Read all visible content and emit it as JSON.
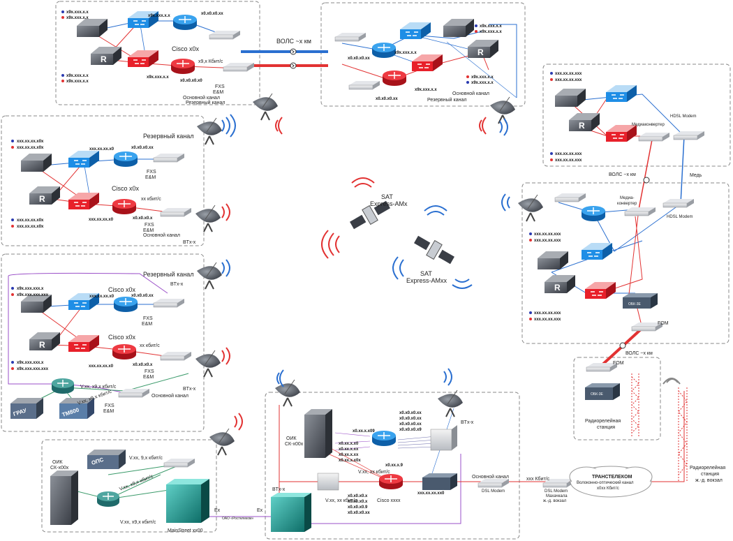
{
  "colors": {
    "red": "#e23232",
    "blue": "#2a6fd0",
    "switch_blue": "#1f8ee6",
    "switch_red": "#e8202a",
    "purple": "#9a4fc8",
    "green": "#3a9a6a"
  },
  "top_left": {
    "ip_blue": "x9x.xxx.x.x",
    "ip_red": "x9x.xxx.x.x",
    "ip_blue2": "x9x.xxx.x.x",
    "ip_red2": "x9x.xxx.x.x",
    "sw_ip": "x9x.xxx.x.x",
    "router_ip": "x0.x0.x0.xx",
    "cisco": "Cisco x0x",
    "kbit": "x9,x Кбит/с",
    "ip3": "x9x.xxx.x.x",
    "ip4": "x0.x0.x0.x0",
    "fxs": "FXS",
    "em": "E&M",
    "main": "Основной канал",
    "backup": "Резервный канал"
  },
  "vols_top": "ВОЛС ~x км",
  "top_center": {
    "ip1": "x9x.xxx.x.x",
    "ip2": "x9x.xxx.x.x",
    "ip3": "x0.x0.x0.xx",
    "ip4": "x9x.xxx.x.x",
    "ip5": "x9x.xxx.x.x",
    "ip6": "x9x.xxx.x.x",
    "ip7": "x9x.xxx.x.x",
    "ip8": "x0.x0.x0.xx",
    "main": "Основной канал",
    "backup": "Резервный канал"
  },
  "mid_left": {
    "ip_b1": "xxx.xx.xx.x0x",
    "ip_r1": "xxx.xx.xx.x0x",
    "ip_b2": "xxx.xx.xx.x0x",
    "ip_r2": "xxx.xx.xx.x0x",
    "sw_ip": "xxx.xx.xx.x0",
    "router_ip": "x0.x0.x0.xx",
    "backup": "Резервный канал",
    "fxs": "FXS",
    "em": "E&M",
    "cisco": "Cisco x0x",
    "kbit": "xx кбит/с",
    "ip3": "xxx.xx.xx.x0",
    "ip4": "x0.x0.x0.x",
    "fxs2": "FXS",
    "em2": "E&M",
    "main": "Основной канал",
    "btx": "BTx-x"
  },
  "lower_left": {
    "ip_b1": "x9x.xxx.xxx.x",
    "ip_r1": "x9x.xxx.xxx.xxx",
    "ip_b2": "x9x.xxx.xxx.x",
    "ip_r2": "x9x.xxx.xxx.xxx",
    "backup": "Резервный канал",
    "btx1": "BTx-x",
    "cisco1": "Cisco x0x",
    "sw_ip": "xxx.xx.xx.x0",
    "router_ip": "x0.x0.x0.xx",
    "fxs": "FXS",
    "em": "E&M",
    "cisco2": "Cisco x0x",
    "kbit": "xx кбит/с",
    "ip3": "xxx.xx.xx.x0",
    "ip4": "x0.x0.x0.x",
    "fxs2": "FXS",
    "em2": "E&M",
    "vkbit": "V.xx, x9,x кбит/с",
    "vkbit2": "V.xx, x9,x кбит/с",
    "fxs3": "FXS",
    "em3": "E&M",
    "btx2": "BTx-x",
    "main": "Основной канал",
    "grau": "ГРАУ",
    "tm": "TM800"
  },
  "satellites": {
    "sat1_a": "SAT",
    "sat1_b": "Express-AMx",
    "sat2_a": "SAT",
    "sat2_b": "Express-AMxx"
  },
  "bottom_left": {
    "oik": "ОИК",
    "sk": "СК-x00x",
    "ops": "ОПС",
    "vkbit": "V.xx, 9,x кбит/с",
    "vkbit2": "V.xx, x9,x кбит/с",
    "vkbit3": "V.xx, x9,x кбит/с",
    "mainstreet": "MainStreet xx00",
    "ex": "Ex",
    "rostelecom": "ОАО «Ростелеком»",
    "ex2": "Ex"
  },
  "bottom_center": {
    "oik": "ОИК",
    "sk": "СК-x00x",
    "btx_top": "BTx-x",
    "ip_rt": "x0.xx.x.x09",
    "ips_right": [
      "x0.x0.x0.xx",
      "x0.x0.x0.xx",
      "x0.x0.x0.xx",
      "x0.x0.x0.x9"
    ],
    "ips_left": [
      "x0.xx.x.x0",
      "x0.xx.x.xx",
      "x0.xx.x.xx",
      "x0.xx.x.x0x"
    ],
    "ip_09": "x0.xx.x.9",
    "vkbit": "V.xx, xx кбит/с",
    "vkbit2": "V.xx, xx кбит/с",
    "ips_bottom": [
      "x0.x0.x0.x",
      "x0.x0.x0.x",
      "x0.x0.x0.9",
      "x0.x0.x0.xx"
    ],
    "ip_r": "xxx.xx.xx.xx0",
    "cisco": "Cisco xxxx",
    "btx": "BTx-x"
  },
  "bottom_right": {
    "main": "Основной канал",
    "dsl": "DSL Modem",
    "kbit": "xxx Кбит/с",
    "dsl2_a": "DSL Modem",
    "dsl2_b": "Махачкала",
    "dsl2_c": "ж.-д. вокзал",
    "trans_a": "ТРАНСТЕЛЕКОМ",
    "trans_b": "Волоконно-оптический канал",
    "trans_c": "x0xx Кбит/с",
    "rr_a": "Радиорелейная",
    "rr_b": "станция",
    "rr_c": "ж.-д. вокзал"
  },
  "right_top": {
    "ip_b1": "xxx.xx.xx.xxx",
    "ip_r1": "xxx.xx.xx.xxx",
    "mc": "Медиаконвертер",
    "hdsl": "HDSL Modem",
    "ip_b2": "xxx.xx.xx.xxx",
    "ip_r2": "xxx.xx.xx.xxx",
    "vols": "ВОЛС ~x км",
    "copper": "Медь"
  },
  "right_mid": {
    "mc_a": "Медиа-",
    "mc_b": "конвертер",
    "hdsl": "HDSL Modem",
    "ip_b1": "xxx.xx.xx.xxx",
    "ip_r1": "xxx.xx.xx.xxx",
    "ip_b2": "xxx.xx.xx.xxx",
    "ip_r2": "xxx.xx.xx.xxx",
    "fom": "FOM",
    "vols": "ВОЛС ~x км",
    "dsk": "ОБК-3Е"
  },
  "right_bottom": {
    "fom": "FOM",
    "rr_a": "Радиорелейная",
    "rr_b": "станция",
    "dsk": "ОБК-3Е"
  }
}
